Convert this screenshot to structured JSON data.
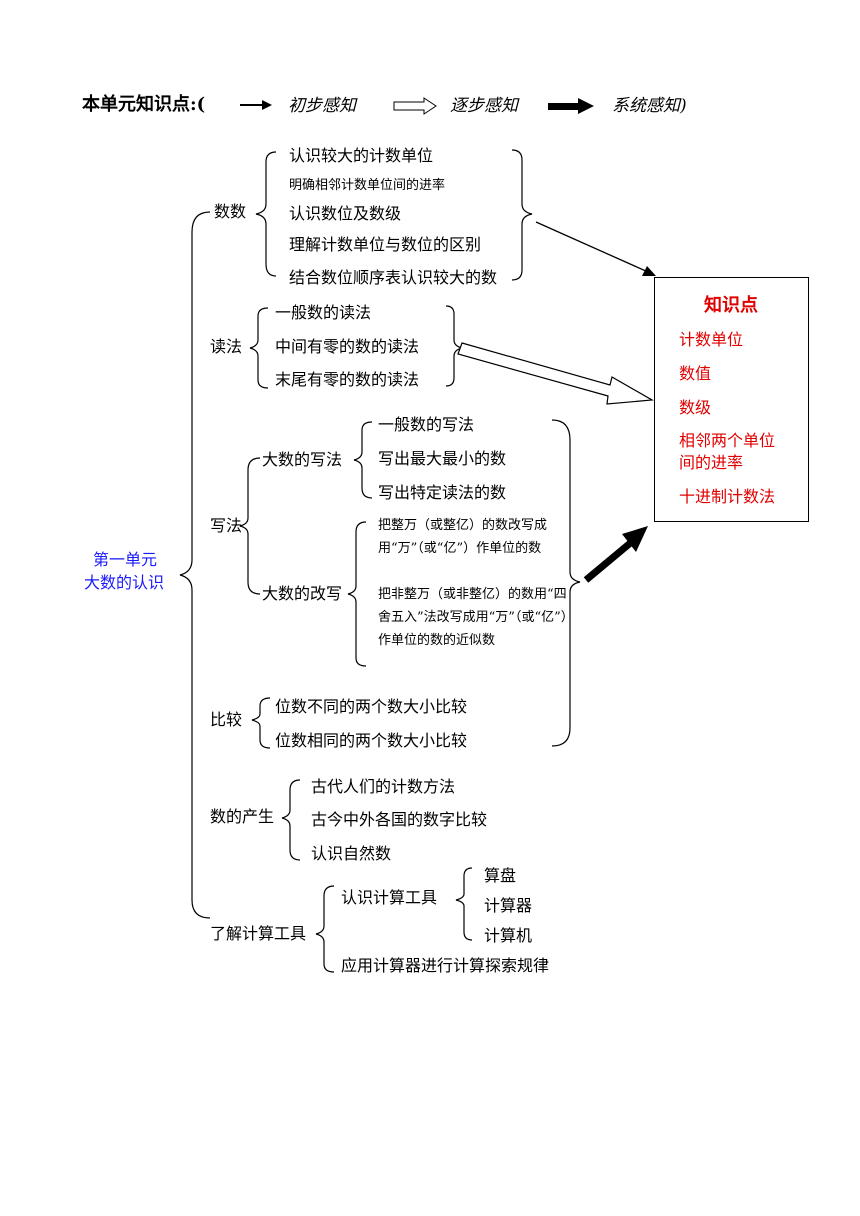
{
  "header": {
    "title": "本单元知识点:(",
    "legend_initial": "初步感知",
    "legend_gradual": "逐步感知",
    "legend_system": "系统感知)"
  },
  "root": {
    "line1": "第一单元",
    "line2": "大数的认识"
  },
  "shushu": {
    "label": "数数",
    "items": [
      "认识较大的计数单位",
      "明确相邻计数单位间的进率",
      "认识数位及数级",
      "理解计数单位与数位的区别",
      "结合数位顺序表认识较大的数"
    ]
  },
  "dufa": {
    "label": "读法",
    "items": [
      "一般数的读法",
      "中间有零的数的读法",
      "末尾有零的数的读法"
    ]
  },
  "xiefa": {
    "label": "写法",
    "sub1_label": "大数的写法",
    "sub1_items": [
      "一般数的写法",
      "写出最大最小的数",
      "写出特定读法的数"
    ],
    "sub2_label": "大数的改写",
    "sub2_items": [
      "把整万（或整亿）的数改写成用“万”（或“亿”）作单位的数",
      "把非整万（或非整亿）的数用“四舍五入”法改写成用“万”（或“亿”）作单位的数的近似数"
    ]
  },
  "bijiao": {
    "label": "比较",
    "items": [
      "位数不同的两个数大小比较",
      "位数相同的两个数大小比较"
    ]
  },
  "chansheng": {
    "label": "数的产生",
    "items": [
      "古代人们的计数方法",
      "古今中外各国的数字比较",
      "认识自然数"
    ]
  },
  "gongju": {
    "label": "了解计算工具",
    "sub1_label": "认识计算工具",
    "sub1_items": [
      "算盘",
      "计算器",
      "计算机"
    ],
    "sub2_label": "应用计算器进行计算探索规律"
  },
  "knowledge": {
    "title": "知识点",
    "items": [
      "计数单位",
      "数值",
      "数级",
      "相邻两个单位间的进率",
      "十进制计数法"
    ]
  },
  "colors": {
    "root": "#1a1aff",
    "knowledge": "#e00000"
  }
}
